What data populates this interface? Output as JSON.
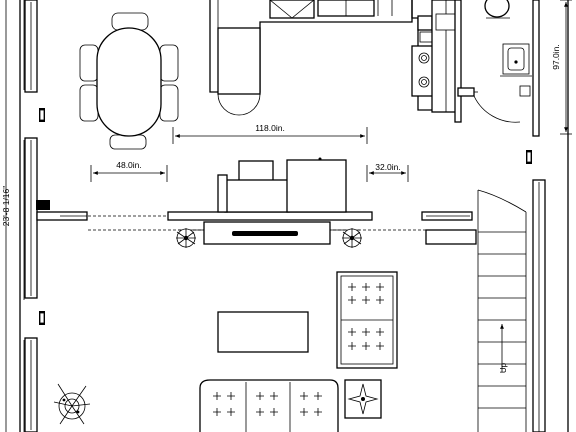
{
  "dimensions": {
    "island_width": "118.0in.",
    "left_clearance": "48.0in.",
    "right_clearance": "32.0in.",
    "bath_height": "97.0in.",
    "room_length": "23'-8 1/16\""
  },
  "stairs": {
    "direction_label": "Up"
  },
  "colors": {
    "line": "#000000",
    "background": "#ffffff"
  }
}
